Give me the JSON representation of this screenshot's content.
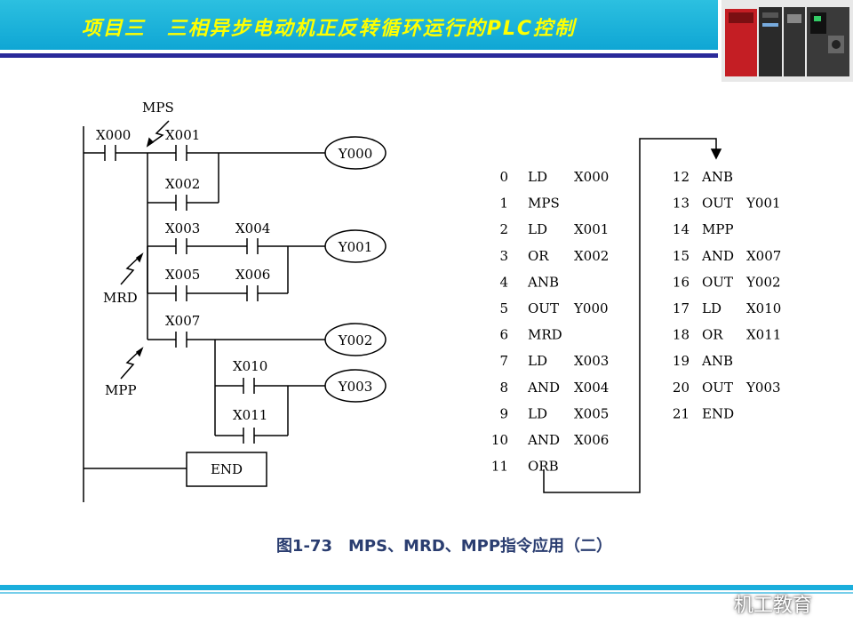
{
  "header": {
    "title": "项目三　三相异步电动机正反转循环运行的PLC控制",
    "accent_color": "#1aaedc",
    "title_color": "#ffff00",
    "image_icon": "plc-hardware-image"
  },
  "ladder": {
    "contacts": [
      "X000",
      "X001",
      "X002",
      "X003",
      "X004",
      "X005",
      "X006",
      "X007",
      "X010",
      "X011"
    ],
    "coils": [
      "Y000",
      "Y001",
      "Y002",
      "Y003"
    ],
    "end_label": "END",
    "annotations": [
      "MPS",
      "MRD",
      "MPP"
    ]
  },
  "program": [
    {
      "step": "0",
      "op": "LD",
      "arg": "X000"
    },
    {
      "step": "1",
      "op": "MPS",
      "arg": ""
    },
    {
      "step": "2",
      "op": "LD",
      "arg": "X001"
    },
    {
      "step": "3",
      "op": "OR",
      "arg": "X002"
    },
    {
      "step": "4",
      "op": "ANB",
      "arg": ""
    },
    {
      "step": "5",
      "op": "OUT",
      "arg": "Y000"
    },
    {
      "step": "6",
      "op": "MRD",
      "arg": ""
    },
    {
      "step": "7",
      "op": "LD",
      "arg": "X003"
    },
    {
      "step": "8",
      "op": "AND",
      "arg": "X004"
    },
    {
      "step": "9",
      "op": "LD",
      "arg": "X005"
    },
    {
      "step": "10",
      "op": "AND",
      "arg": "X006"
    },
    {
      "step": "11",
      "op": "ORB",
      "arg": ""
    },
    {
      "step": "12",
      "op": "ANB",
      "arg": ""
    },
    {
      "step": "13",
      "op": "OUT",
      "arg": "Y001"
    },
    {
      "step": "14",
      "op": "MPP",
      "arg": ""
    },
    {
      "step": "15",
      "op": "AND",
      "arg": "X007"
    },
    {
      "step": "16",
      "op": "OUT",
      "arg": "Y002"
    },
    {
      "step": "17",
      "op": "LD",
      "arg": "X010"
    },
    {
      "step": "18",
      "op": "OR",
      "arg": "X011"
    },
    {
      "step": "19",
      "op": "ANB",
      "arg": ""
    },
    {
      "step": "20",
      "op": "OUT",
      "arg": "Y003"
    },
    {
      "step": "21",
      "op": "END",
      "arg": ""
    }
  ],
  "caption": "图1-73　MPS、MRD、MPP指令应用（二）",
  "watermark": {
    "text": "机工教育",
    "icon": "wechat-icon"
  }
}
